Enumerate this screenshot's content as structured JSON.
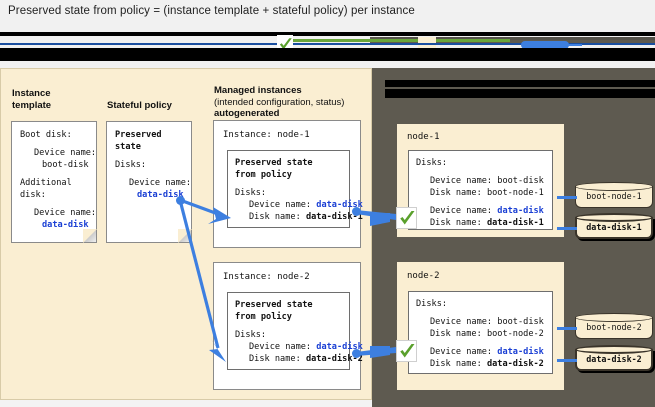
{
  "caption": "Preserved state from policy = (instance template + stateful policy) per instance",
  "colors": {
    "panel_left_bg": "#faeed2",
    "panel_right_bg": "#5e5a50",
    "accent_blue": "#1a3fd4",
    "connector_blue": "#3d7fe0",
    "check_green": "#5aa02c",
    "page_bg": "#f1f1f1"
  },
  "sections": {
    "instance_template": {
      "heading": "Instance\ntemplate",
      "heading_line1": "Instance",
      "heading_line2": "template",
      "lines": [
        {
          "text": "Boot disk:",
          "indent": 0,
          "style": "plain"
        },
        {
          "text": "Device name:",
          "indent": 1,
          "style": "plain"
        },
        {
          "text": "boot-disk",
          "indent": 2,
          "style": "plain"
        },
        {
          "text": "",
          "indent": 0,
          "style": "gap"
        },
        {
          "text": "Additional",
          "indent": 0,
          "style": "plain"
        },
        {
          "text": "disk:",
          "indent": 0,
          "style": "plain"
        },
        {
          "text": "",
          "indent": 0,
          "style": "gap"
        },
        {
          "text": "Device name:",
          "indent": 1,
          "style": "plain"
        },
        {
          "text": "data-disk",
          "indent": 2,
          "style": "blue"
        }
      ]
    },
    "stateful_policy": {
      "heading": "Stateful policy",
      "lines": [
        {
          "text": "Preserved",
          "indent": 0,
          "style": "bold"
        },
        {
          "text": "state",
          "indent": 0,
          "style": "bold"
        },
        {
          "text": "",
          "indent": 0,
          "style": "gap"
        },
        {
          "text": "Disks:",
          "indent": 0,
          "style": "plain"
        },
        {
          "text": "",
          "indent": 0,
          "style": "gap"
        },
        {
          "text": "Device name:",
          "indent": 1,
          "style": "plain"
        },
        {
          "text": "data-disk",
          "indent": 2,
          "style": "blue"
        }
      ]
    },
    "managed_instances": {
      "heading_line1": "Managed instances",
      "heading_line2": "(intended configuration, status)",
      "heading_line3": "autogenerated",
      "instances": [
        {
          "title": "Instance: node-1",
          "inner_title_line1": "Preserved state",
          "inner_title_line2": "from policy",
          "disks_label": "Disks:",
          "device_name_label": "Device name:",
          "device_name_value": "data-disk",
          "disk_name_label": "Disk name:",
          "disk_name_value": "data-disk-1"
        },
        {
          "title": "Instance: node-2",
          "inner_title_line1": "Preserved state",
          "inner_title_line2": "from policy",
          "disks_label": "Disks:",
          "device_name_label": "Device name:",
          "device_name_value": "data-disk",
          "disk_name_label": "Disk name:",
          "disk_name_value": "data-disk-2"
        }
      ]
    },
    "running_instances": {
      "redacted_heading_bars": 2,
      "nodes": [
        {
          "name": "node-1",
          "disks_label": "Disks:",
          "boot": {
            "device_name_label": "Device name:",
            "device_name_value": "boot-disk",
            "disk_name_label": "Disk name:",
            "disk_name_value": "boot-node-1"
          },
          "data": {
            "device_name_label": "Device name:",
            "device_name_value": "data-disk",
            "disk_name_label": "Disk name:",
            "disk_name_value": "data-disk-1"
          },
          "cylinders": [
            {
              "label": "boot-node-1",
              "emphasis": false
            },
            {
              "label": "data-disk-1",
              "emphasis": true
            }
          ]
        },
        {
          "name": "node-2",
          "disks_label": "Disks:",
          "boot": {
            "device_name_label": "Device name:",
            "device_name_value": "boot-disk",
            "disk_name_label": "Disk name:",
            "disk_name_value": "boot-node-2"
          },
          "data": {
            "device_name_label": "Device name:",
            "device_name_value": "data-disk",
            "disk_name_label": "Disk name:",
            "disk_name_value": "data-disk-2"
          },
          "cylinders": [
            {
              "label": "boot-node-2",
              "emphasis": false
            },
            {
              "label": "data-disk-2",
              "emphasis": true
            }
          ]
        }
      ]
    }
  },
  "icons": {
    "check": "check-icon",
    "cylinder": "disk-cylinder-icon"
  }
}
